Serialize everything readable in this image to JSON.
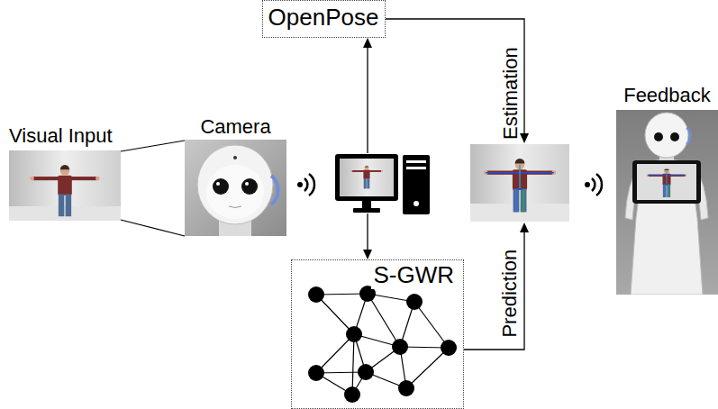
{
  "diagram": {
    "nodes": [
      {
        "text": [
          "OpenPose"
        ]
      },
      {
        "text": [
          "Visual Input"
        ]
      },
      {
        "text": [
          "Camera"
        ]
      },
      {
        "text": [
          "Feedback"
        ]
      },
      {
        "text": [
          "S-GWR"
        ]
      }
    ],
    "labels": [
      "Estimation",
      "Prediction"
    ]
  }
}
